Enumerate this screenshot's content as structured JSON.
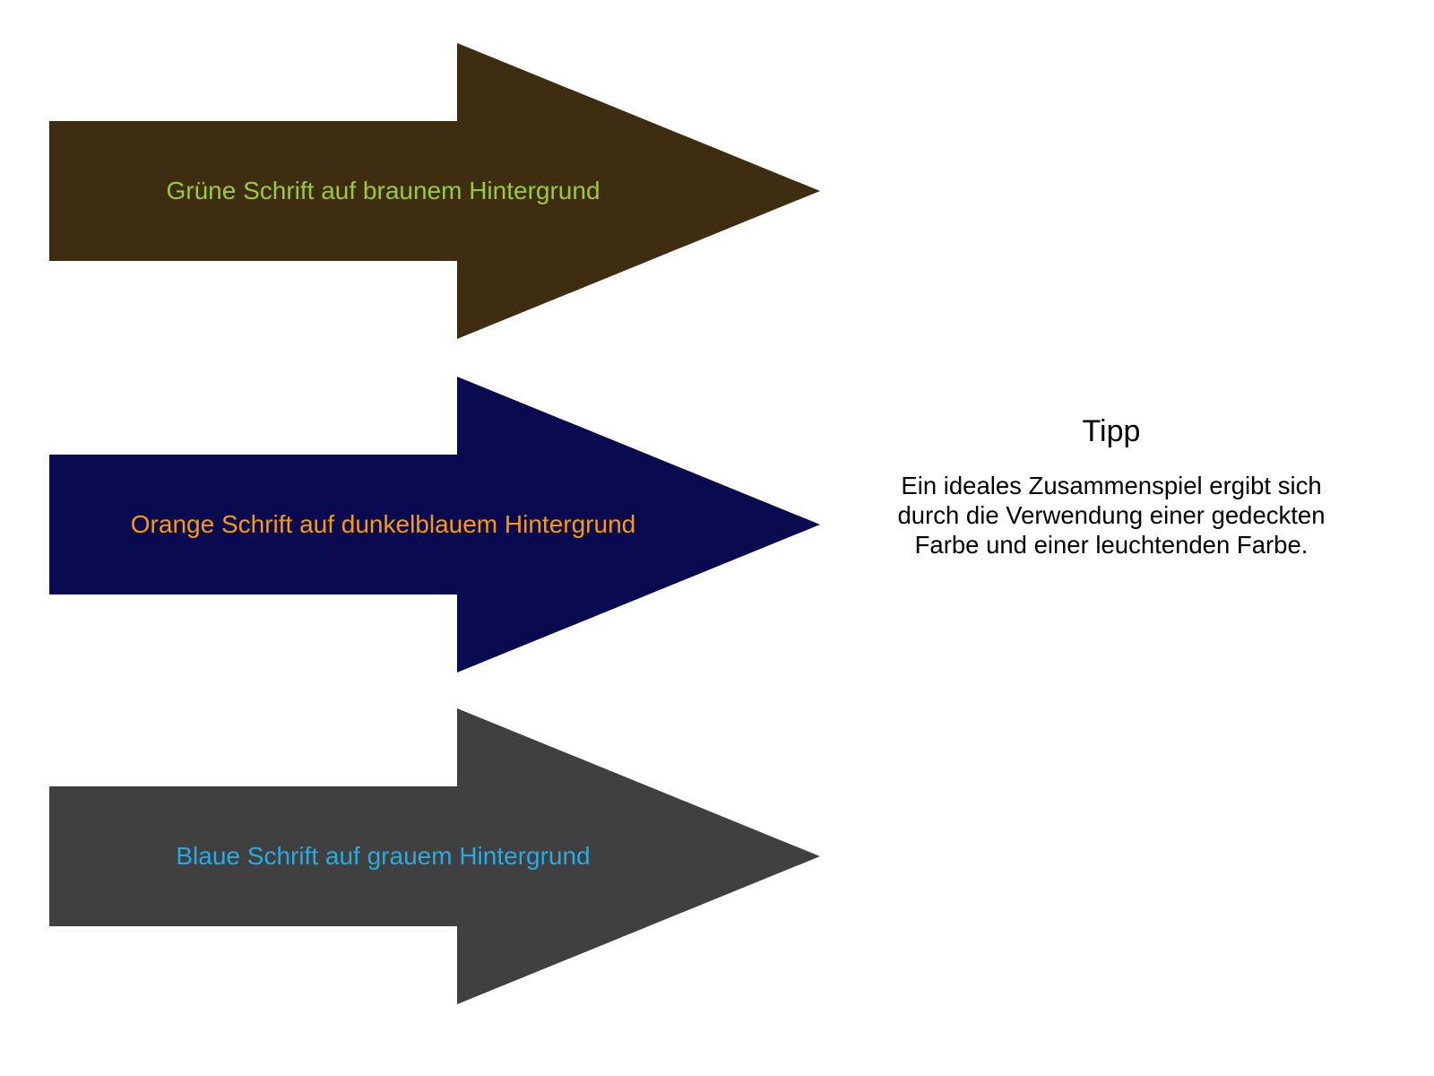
{
  "arrows": [
    {
      "label": "Grüne Schrift auf braunem Hintergrund",
      "bg": "#3E2D10",
      "fg": "#99CC33"
    },
    {
      "label": "Orange Schrift auf dunkelblauem Hintergrund",
      "bg": "#0A0A50",
      "fg": "#FF9900"
    },
    {
      "label": "Blaue Schrift auf grauem Hintergrund",
      "bg": "#404040",
      "fg": "#29ABE2"
    }
  ],
  "tip": {
    "title": "Tipp",
    "body": "Ein ideales Zusammenspiel ergibt sich durch die Verwendung einer gedeckten Farbe und einer leuchtenden Farbe."
  }
}
